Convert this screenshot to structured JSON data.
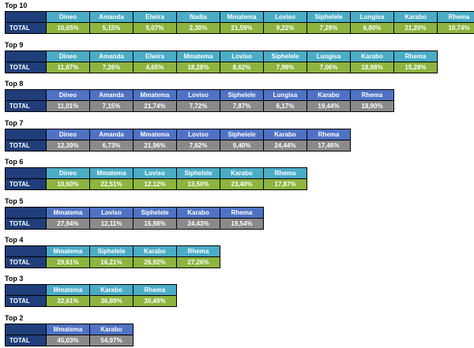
{
  "colors": {
    "teal": "#4bacc6",
    "blue": "#4f72c4",
    "dark_blue": "#1f3e7a",
    "green": "#8db43f",
    "gray": "#8a8a8a"
  },
  "total_label": "TOTAL",
  "tables": [
    {
      "title": "Top 10",
      "header_color": "#4bacc6",
      "value_color": "#8db43f",
      "names": [
        "Dineo",
        "Amanda",
        "Elwira",
        "Nadia",
        "Mmatema",
        "Loviso",
        "Siphelele",
        "Lungisa",
        "Karabo",
        "Rhema"
      ],
      "values": [
        "10,65%",
        "5,15%",
        "5,07%",
        "2,30%",
        "21,59%",
        "9,22%",
        "7,29%",
        "6,80%",
        "21,20%",
        "10,74%"
      ]
    },
    {
      "title": "Top 9",
      "header_color": "#4bacc6",
      "value_color": "#8db43f",
      "names": [
        "Dineo",
        "Amanda",
        "Elwira",
        "Mmatema",
        "Loviso",
        "Siphelele",
        "Lungisa",
        "Karabo",
        "Rhema"
      ],
      "values": [
        "11,87%",
        "7,26%",
        "4,65%",
        "18,28%",
        "8,62%",
        "7,99%",
        "7,06%",
        "18,98%",
        "15,28%"
      ]
    },
    {
      "title": "Top 8",
      "header_color": "#4f72c4",
      "value_color": "#8a8a8a",
      "names": [
        "Dineo",
        "Amanda",
        "Mmatema",
        "Loviso",
        "Siphelele",
        "Lungisa",
        "Karabo",
        "Rhema"
      ],
      "values": [
        "11,01%",
        "7,15%",
        "21,74%",
        "7,72%",
        "7,87%",
        "6,17%",
        "19,44%",
        "18,90%"
      ]
    },
    {
      "title": "Top 7",
      "header_color": "#4f72c4",
      "value_color": "#8a8a8a",
      "names": [
        "Dineo",
        "Amanda",
        "Mmatema",
        "Loviso",
        "Siphelele",
        "Karabo",
        "Rhema"
      ],
      "values": [
        "12,39%",
        "6,73%",
        "21,96%",
        "7,62%",
        "9,40%",
        "24,44%",
        "17,46%"
      ]
    },
    {
      "title": "Top 6",
      "header_color": "#4bacc6",
      "value_color": "#8db43f",
      "names": [
        "Dineo",
        "Mmatema",
        "Loviso",
        "Siphelele",
        "Karabo",
        "Rhema"
      ],
      "values": [
        "10,60%",
        "22,51%",
        "12,12%",
        "13,50%",
        "23,40%",
        "17,87%"
      ]
    },
    {
      "title": "Top 5",
      "header_color": "#4f72c4",
      "value_color": "#8a8a8a",
      "names": [
        "Mmatema",
        "Loviso",
        "Siphelele",
        "Karabo",
        "Rhema"
      ],
      "values": [
        "27,94%",
        "12,11%",
        "15,98%",
        "24,43%",
        "19,54%"
      ]
    },
    {
      "title": "Top 4",
      "header_color": "#4bacc6",
      "value_color": "#8db43f",
      "names": [
        "Mmatema",
        "Siphelele",
        "Karabo",
        "Rhema"
      ],
      "values": [
        "29,61%",
        "16,21%",
        "26,92%",
        "27,26%"
      ]
    },
    {
      "title": "Top 3",
      "header_color": "#4bacc6",
      "value_color": "#8db43f",
      "names": [
        "Mmatema",
        "Karabo",
        "Rhema"
      ],
      "values": [
        "32,61%",
        "36,89%",
        "30,49%"
      ]
    },
    {
      "title": "Top 2",
      "header_color": "#4f72c4",
      "value_color": "#8a8a8a",
      "names": [
        "Mmatema",
        "Karabo"
      ],
      "values": [
        "45,03%",
        "54,97%"
      ]
    }
  ]
}
